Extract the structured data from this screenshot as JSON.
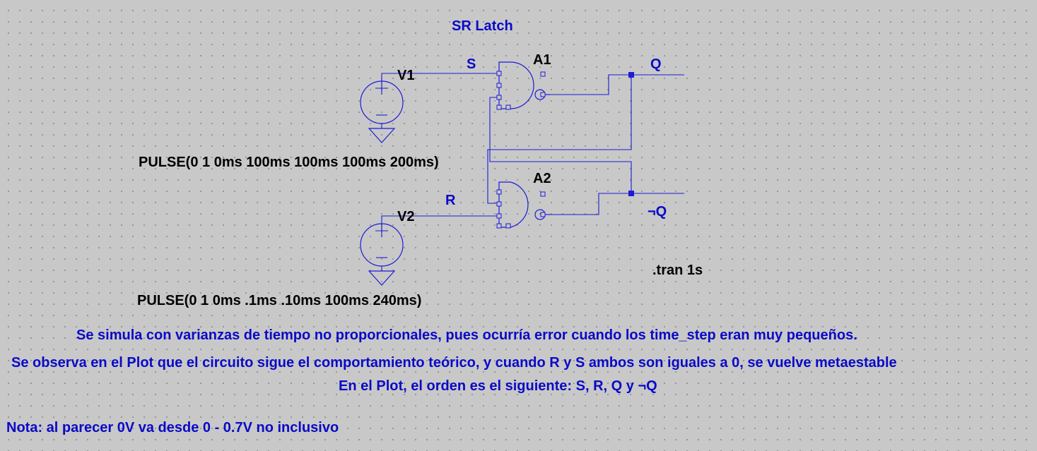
{
  "title": "SR Latch",
  "components": {
    "v1": "V1",
    "v2": "V2",
    "a1": "A1",
    "a2": "A2"
  },
  "nets": {
    "s": "S",
    "r": "R",
    "q": "Q",
    "not_q": "¬Q"
  },
  "directives": {
    "v1_pulse": "PULSE(0 1 0ms 100ms 100ms 100ms 200ms)",
    "v2_pulse": "PULSE(0 1 0ms .1ms .10ms 100ms 240ms)",
    "tran": ".tran 1s"
  },
  "comments": {
    "line1": "Se simula con varianzas de tiempo no proporcionales, pues ocurría error cuando los time_step eran muy pequeños.",
    "line2": "Se observa en el Plot que el circuito sigue el comportamiento teórico, y cuando R y S ambos son iguales a 0, se vuelve metaestable",
    "line3": "En el Plot, el orden es el siguiente: S, R, Q y ¬Q",
    "note": "Nota: al parecer 0V va desde 0 - 0.7V no inclusivo"
  },
  "colors": {
    "background": "#c8c8c8",
    "wire": "#1c1cd6",
    "text_blue": "#0a0ac8",
    "text_black": "#000000"
  }
}
